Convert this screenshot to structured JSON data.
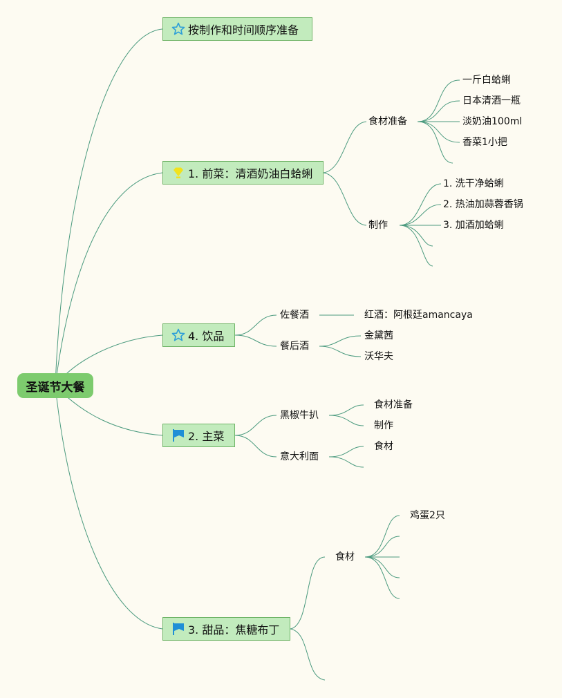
{
  "root": {
    "label": "圣诞节大餐"
  },
  "branches": {
    "prep": {
      "label": "按制作和时间顺序准备",
      "icon": "star-outline-icon"
    },
    "starter": {
      "label": "1. 前菜：清酒奶油白蛤蜊",
      "icon": "bulb-icon",
      "ingredients": {
        "label": "食材准备",
        "items": [
          "一斤白蛤蜊",
          "日本清酒一瓶",
          "淡奶油100ml",
          "香菜1小把"
        ]
      },
      "steps": {
        "label": "制作",
        "items": [
          "1. 洗干净蛤蜊",
          "2. 热油加蒜蓉香锅",
          "3. 加酒加蛤蜊"
        ]
      }
    },
    "drinks": {
      "label": "4. 饮品",
      "icon": "star-outline-icon",
      "with_meal": {
        "label": "佐餐酒",
        "items": [
          "红酒：阿根廷amancaya"
        ]
      },
      "after_meal": {
        "label": "餐后酒",
        "items": [
          "金黛茜",
          "沃华夫"
        ]
      }
    },
    "main": {
      "label": "2. 主菜",
      "icon": "flag-icon",
      "steak": {
        "label": "黑椒牛扒",
        "items": [
          "食材准备",
          "制作"
        ]
      },
      "pasta": {
        "label": "意大利面",
        "items": [
          "食材"
        ]
      }
    },
    "dessert": {
      "label": "3. 甜品：焦糖布丁",
      "icon": "flag-icon",
      "ingredients": {
        "label": "食材",
        "items": [
          "鸡蛋2只"
        ]
      }
    }
  },
  "colors": {
    "line": "#4a9a7e",
    "root_bg": "#7dcb6e",
    "branch_bg": "#c2ebbd",
    "branch_border": "#6fb467",
    "star": "#2e9fd8",
    "flag": "#1f8fd6",
    "bulb": "#f2e21c",
    "background": "#fdfbf2"
  }
}
